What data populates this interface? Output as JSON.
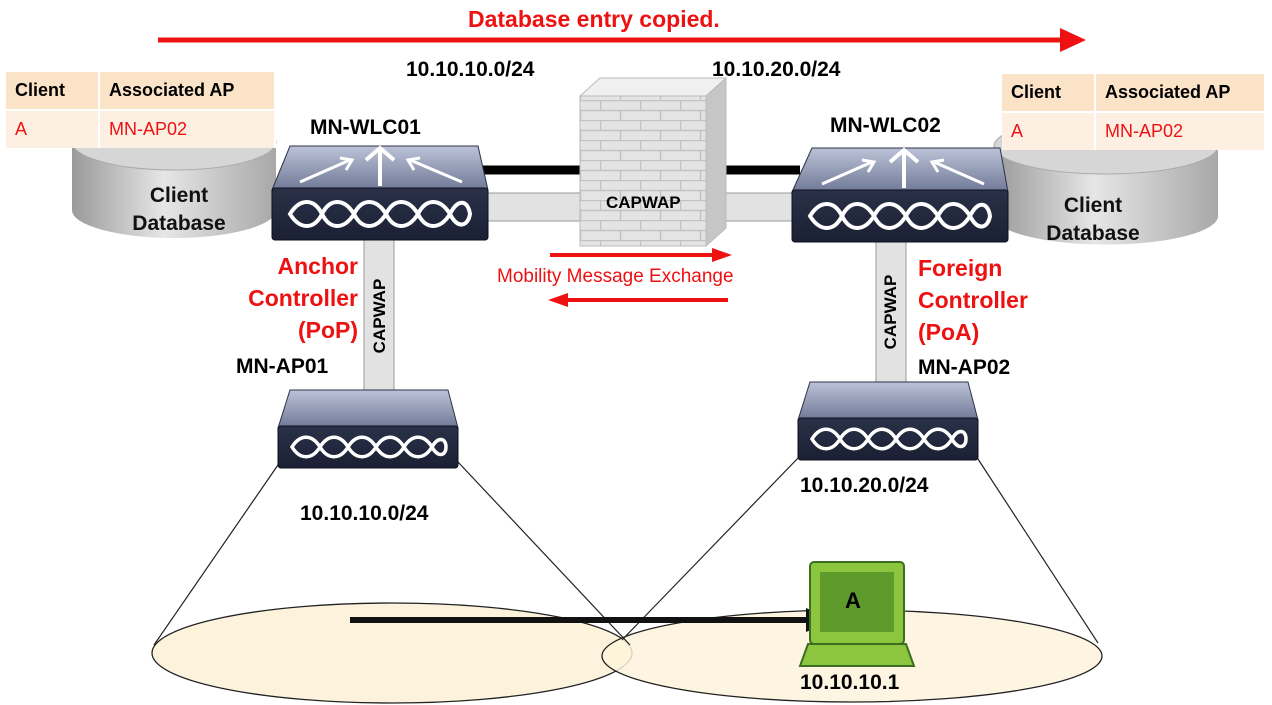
{
  "title": "Database entry copied.",
  "subnets": {
    "top_left": "10.10.10.0/24",
    "top_right": "10.10.20.0/24",
    "ap01": "10.10.10.0/24",
    "ap02": "10.10.20.0/24"
  },
  "controllers": {
    "wlc01": {
      "name": "MN-WLC01",
      "role_line1": "Anchor",
      "role_line2": "Controller",
      "role_line3": "(PoP)"
    },
    "wlc02": {
      "name": "MN-WLC02",
      "role_line1": "Foreign",
      "role_line2": "Controller",
      "role_line3": "(PoA)"
    }
  },
  "aps": {
    "ap01": "MN-AP01",
    "ap02": "MN-AP02"
  },
  "links": {
    "capwap": "CAPWAP",
    "mobility": "Mobility Message Exchange"
  },
  "databases": {
    "left_line1": "Client",
    "left_line2": "Database",
    "right_line1": "Client",
    "right_line2": "Database"
  },
  "tables": {
    "left": {
      "headers": [
        "Client",
        "Associated AP"
      ],
      "row": [
        "A",
        "MN-AP02"
      ]
    },
    "right": {
      "headers": [
        "Client",
        "Associated AP"
      ],
      "row": [
        "A",
        "MN-AP02"
      ]
    }
  },
  "client": {
    "name": "A",
    "ip": "10.10.10.1"
  },
  "colors": {
    "accent_red": "#ee1111",
    "laptop_green": "#8cc63f",
    "coverage_fill": "#fdf3dc",
    "device_navy": "#3c4560"
  }
}
